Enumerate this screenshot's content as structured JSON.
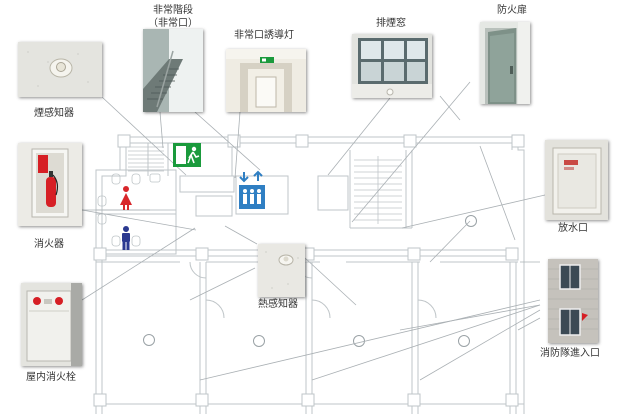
{
  "labels": {
    "smoke_detector": "煙感知器",
    "emergency_stairs_line1": "非常階段",
    "emergency_stairs_line2": "（非常口）",
    "exit_light": "非常口誘導灯",
    "smoke_window": "排煙窓",
    "fire_door": "防火扉",
    "fire_extinguisher": "消火器",
    "water_outlet": "放水口",
    "heat_detector": "熱感知器",
    "indoor_hydrant": "屋内消火栓",
    "fire_brigade_entrance": "消防隊進入口"
  },
  "colors": {
    "wall": "#bfc5c8",
    "leader": "#aab0b4",
    "exit_green": "#1a9a3c",
    "elevator_blue": "#2f7fc3",
    "female_red": "#d8262a",
    "male_navy": "#2b3990",
    "extinguisher_red": "#d61f25"
  },
  "icons": {
    "exit": "emergency-exit-icon",
    "elevator": "elevator-icon",
    "female": "female-restroom-icon",
    "male": "male-restroom-icon"
  }
}
